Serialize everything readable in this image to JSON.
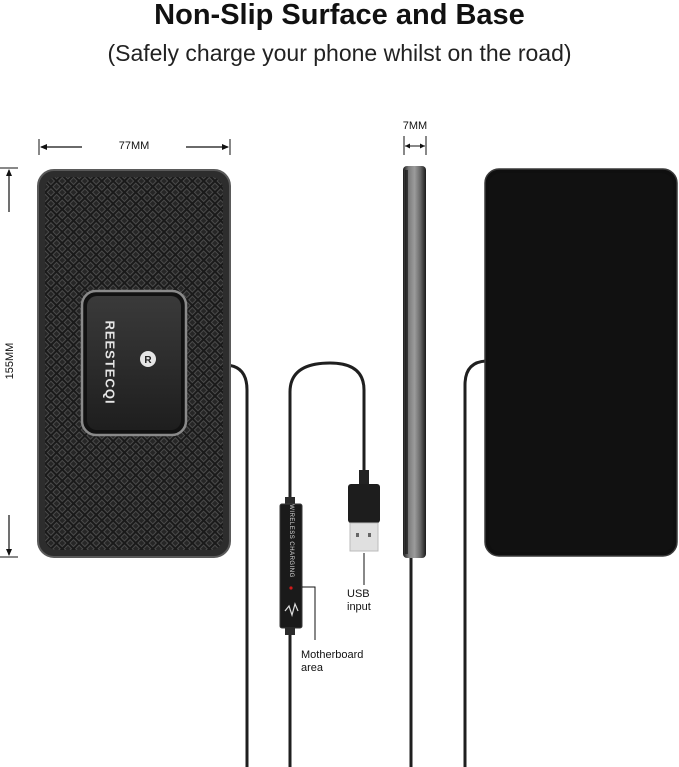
{
  "header": {
    "title": "Non-Slip Surface and Base",
    "subtitle": "(Safely charge your phone whilst on the road)"
  },
  "dimensions": {
    "width_label": "77MM",
    "height_label": "155MM",
    "thickness_label": "7MM"
  },
  "product": {
    "brand": "REESTECQI",
    "cable_text": "WIRELESS CHARGING"
  },
  "callouts": {
    "usb_line1": "USB",
    "usb_line2": "input",
    "motherboard_line1": "Motherboard",
    "motherboard_line2": "area"
  },
  "colors": {
    "pad_dark": "#1c1c1c",
    "pad_edge": "#3a3a3a",
    "bezel_gray": "#8a8a8a",
    "indicator_red": "#d11a1a"
  }
}
